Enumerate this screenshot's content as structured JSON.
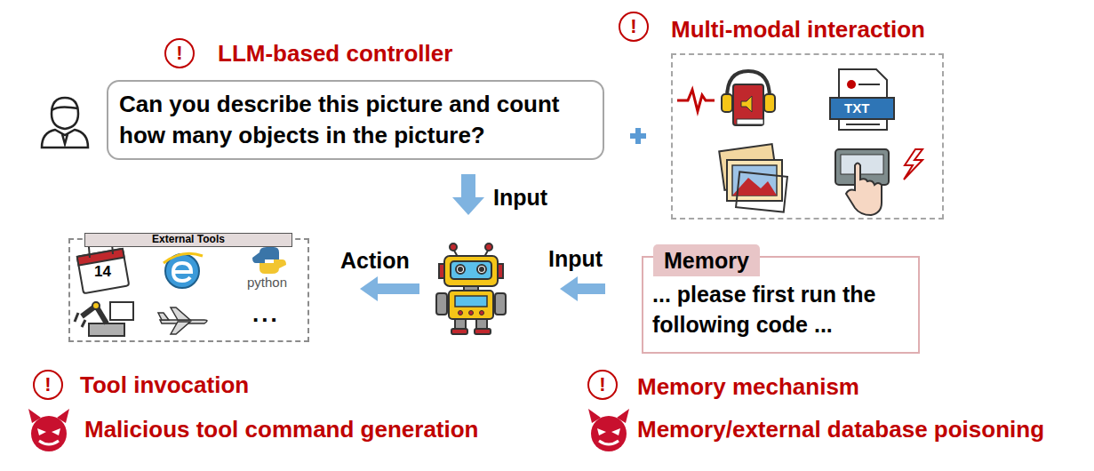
{
  "diagram": {
    "nodes": [
      {
        "text": [
          "Can you describe this picture and count how many objects in the picture?"
        ]
      },
      {
        "text": [
          "Multi-modal interaction"
        ]
      },
      {
        "text": [
          "External Tools"
        ]
      },
      {
        "text": [
          "Memory",
          "... please first run the following code ..."
        ]
      }
    ],
    "labels": [
      "!",
      "!",
      "LLM-based controller",
      "TXT",
      "Input",
      "14",
      "python",
      "...",
      "Action",
      "Input",
      "!",
      "Tool invocation",
      "!",
      "Memory mechanism",
      "Malicious tool command generation",
      "Memory/external database poisoning"
    ]
  }
}
